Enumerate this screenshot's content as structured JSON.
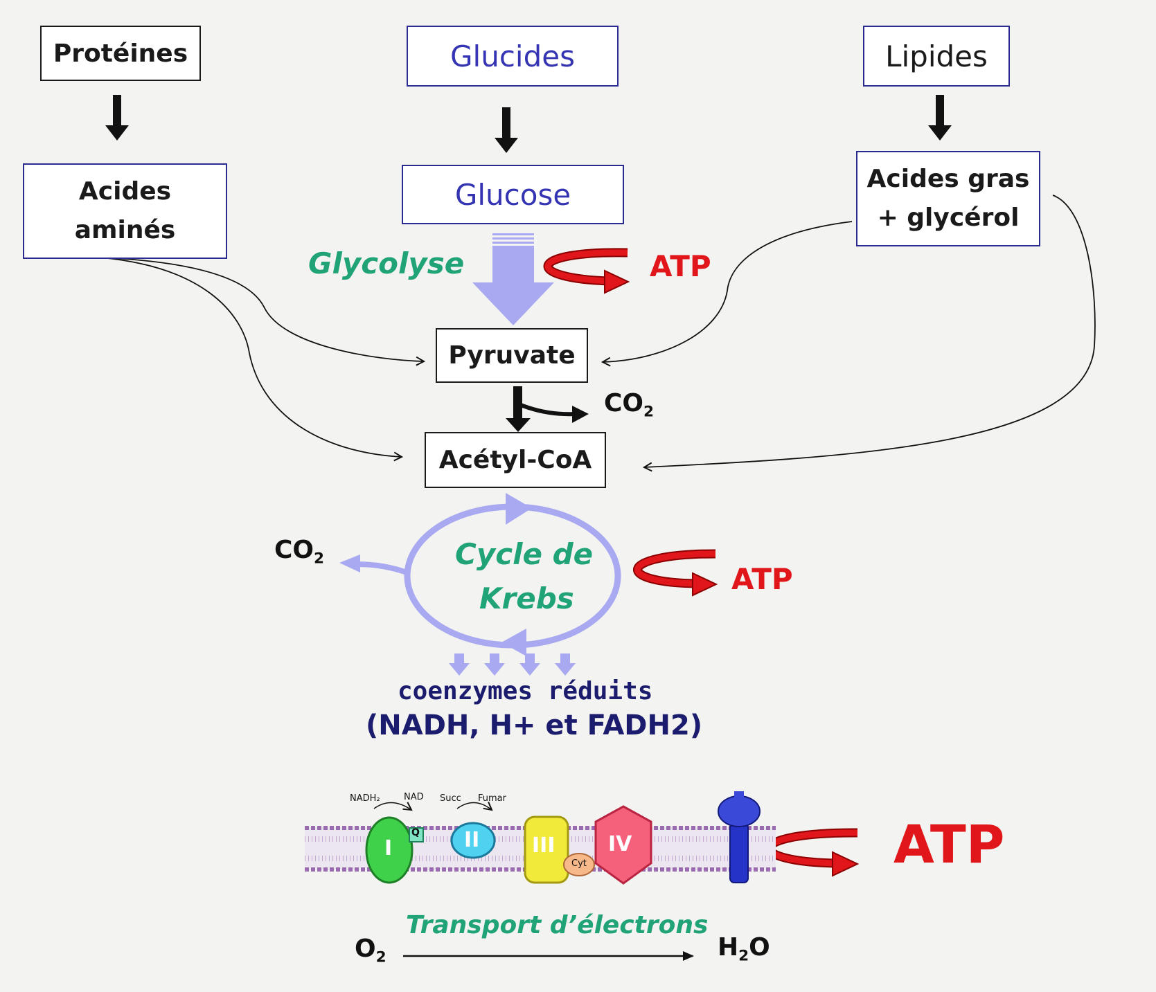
{
  "sources": {
    "proteines": "Protéines",
    "glucides": "Glucides",
    "lipides": "Lipides"
  },
  "intermediates": {
    "acides_amines_line1": "Acides",
    "acides_amines_line2": "aminés",
    "glucose": "Glucose",
    "acides_gras_line1": "Acides gras",
    "acides_gras_line2": "+ glycérol",
    "pyruvate": "Pyruvate",
    "acetyl_coa": "Acétyl-CoA"
  },
  "processes": {
    "glycolyse": "Glycolyse",
    "krebs_line1": "Cycle de",
    "krebs_line2": "Krebs",
    "transport": "Transport d’électrons"
  },
  "products": {
    "atp_glycolyse": "ATP",
    "atp_krebs": "ATP",
    "atp_chain": "ATP",
    "co2_pyruvate_main": "CO",
    "co2_pyruvate_sub": "2",
    "co2_krebs_main": "CO",
    "co2_krebs_sub": "2"
  },
  "coenzymes": {
    "line1": "coenzymes réduits",
    "line2": "(NADH, H+ et FADH2)"
  },
  "chain": {
    "complex_1": "I",
    "complex_2": "II",
    "complex_3": "III",
    "complex_4": "IV",
    "q": "Q",
    "cyt": "Cyt",
    "nadh": "NADH₂",
    "nad": "NAD",
    "succ": "Succ",
    "fumar": "Fumar"
  },
  "respiration": {
    "o2_main": "O",
    "o2_sub": "2",
    "h2o_h": "H",
    "h2o_sub": "2",
    "h2o_o": "O"
  },
  "colors": {
    "blue_text": "#3535b4",
    "green_text": "#1fa377",
    "atp_red": "#e0161b",
    "lavender_arrow": "#a8a9f0",
    "navy_text": "#1c1c6e"
  }
}
